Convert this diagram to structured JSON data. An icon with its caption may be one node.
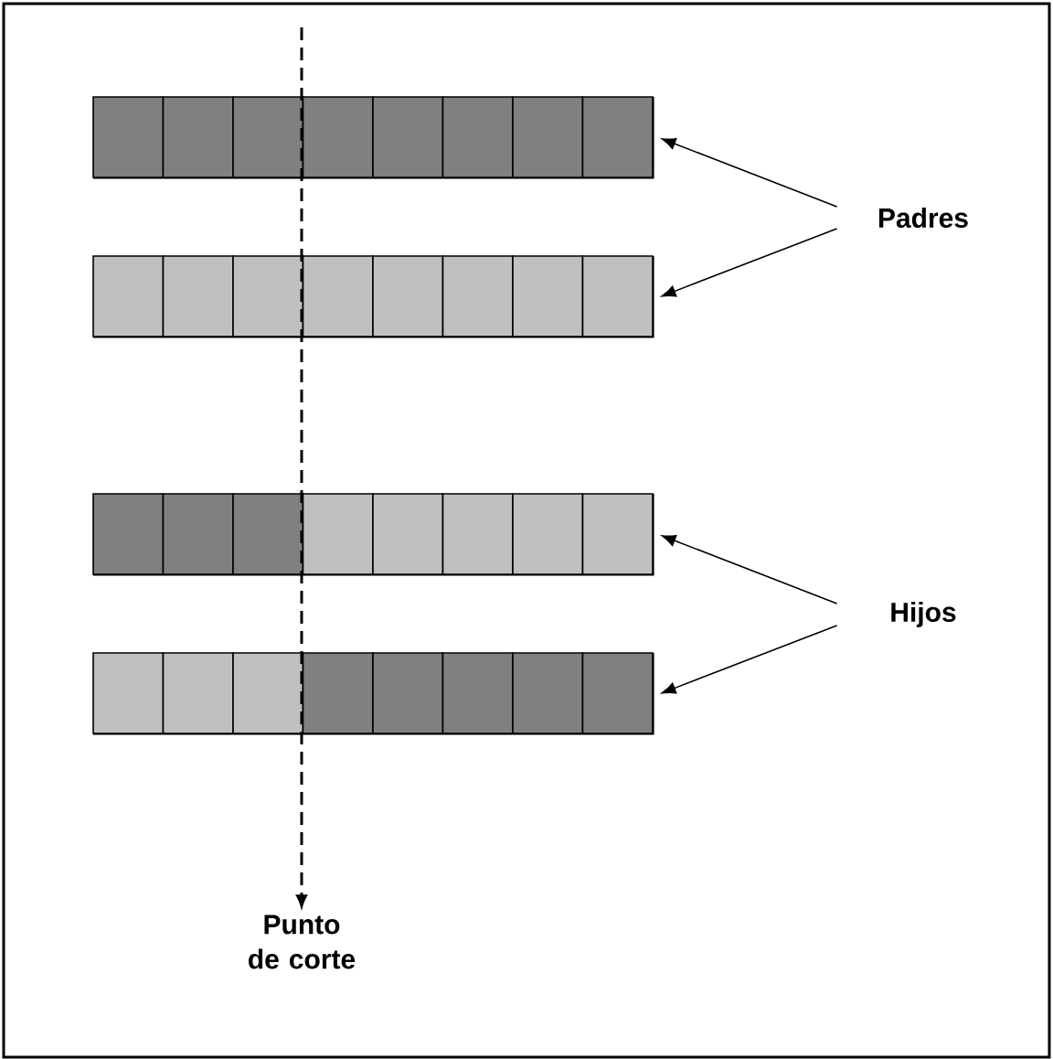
{
  "diagram": {
    "nodes": [
      {
        "text": [],
        "shape": "bar"
      },
      {
        "text": [],
        "shape": "bar"
      },
      {
        "text": [],
        "shape": "bar"
      },
      {
        "text": [],
        "shape": "bar"
      },
      {
        "text": [
          "Padres"
        ]
      },
      {
        "text": [
          "Hijos"
        ]
      },
      {
        "text": [
          "Punto de corte"
        ]
      }
    ],
    "edges": [
      {
        "from": 4,
        "to": 0,
        "arrow": "to"
      },
      {
        "from": 4,
        "to": 1,
        "arrow": "to"
      },
      {
        "from": 5,
        "to": 2,
        "arrow": "to"
      },
      {
        "from": 5,
        "to": 3,
        "arrow": "to"
      },
      {
        "from": null,
        "to": 6,
        "arrow": "to",
        "style": "dashed"
      }
    ]
  }
}
